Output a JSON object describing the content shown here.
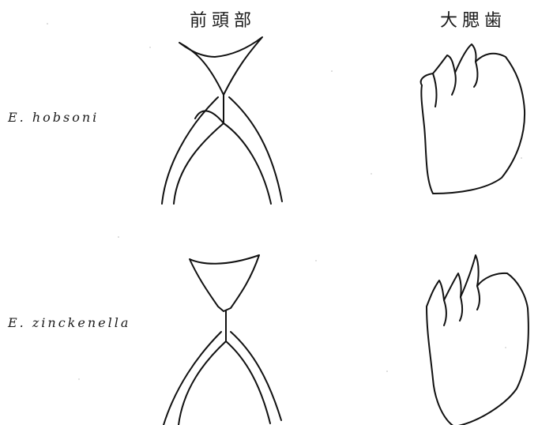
{
  "figure": {
    "headers": {
      "head": "前頭部",
      "mandible": "大腮歯"
    },
    "species": [
      {
        "label": "E. hobsoni"
      },
      {
        "label": "E. zinckenella"
      }
    ],
    "colors": {
      "ink": "#111111",
      "paper": "#ffffff"
    }
  }
}
